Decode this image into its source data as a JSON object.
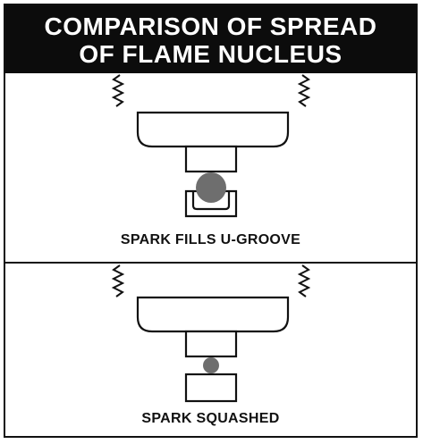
{
  "title": {
    "line1": "COMPARISON OF SPREAD",
    "line2": "OF FLAME NUCLEUS"
  },
  "panels": [
    {
      "caption": "SPARK FILLS U-GROOVE",
      "electrode": "u-groove",
      "spark_size": "large"
    },
    {
      "caption": "SPARK SQUASHED",
      "electrode": "flat",
      "spark_size": "small"
    }
  ],
  "colors": {
    "header_bg": "#0c0c0c",
    "header_text": "#ffffff",
    "outline": "#111111",
    "spark": "#6e6e6e"
  }
}
